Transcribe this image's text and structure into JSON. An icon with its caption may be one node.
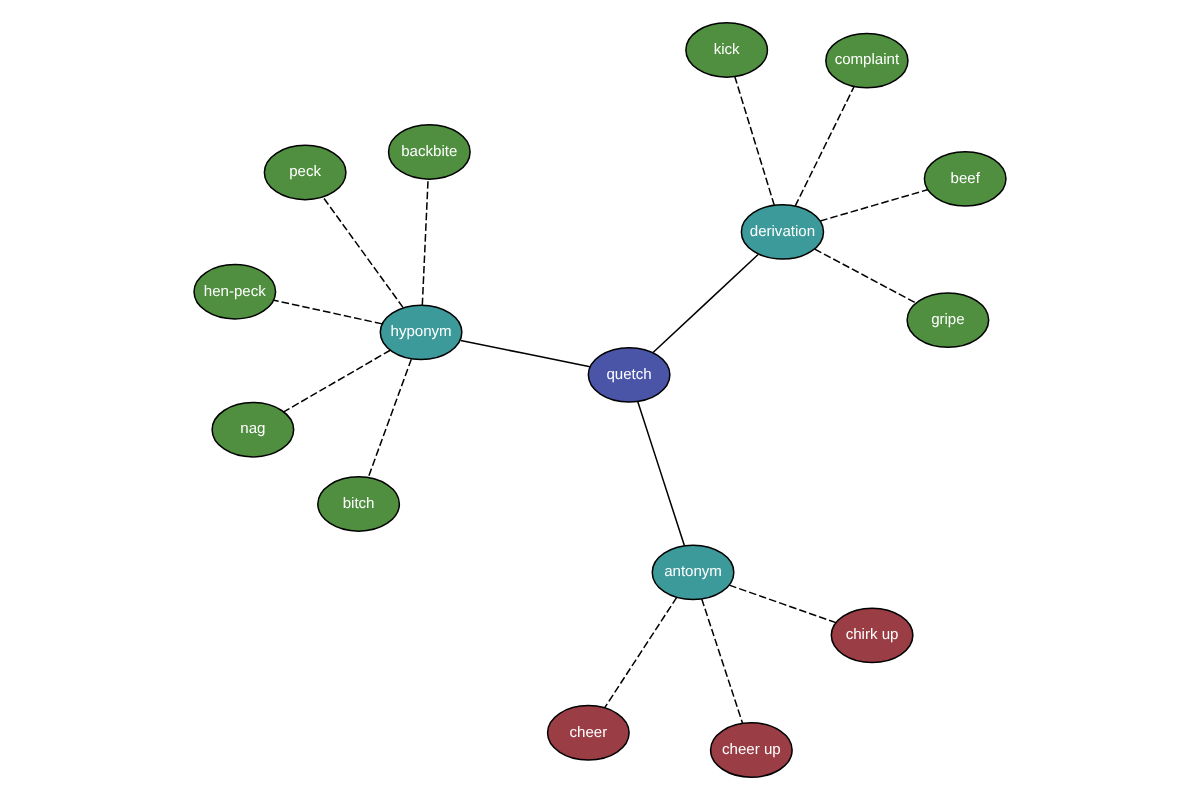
{
  "diagram": {
    "nodes": [
      {
        "text": [
          "quetch"
        ]
      },
      {
        "text": [
          "hyponym"
        ]
      },
      {
        "text": [
          "bitch"
        ]
      },
      {
        "text": [
          "peck"
        ]
      },
      {
        "text": [
          "backbite"
        ]
      },
      {
        "text": [
          "hen-peck"
        ]
      },
      {
        "text": [
          "nag"
        ]
      },
      {
        "text": [
          "antonym"
        ]
      },
      {
        "text": [
          "cheer"
        ]
      },
      {
        "text": [
          "chirk up"
        ]
      },
      {
        "text": [
          "cheer up"
        ]
      },
      {
        "text": [
          "derivation"
        ]
      },
      {
        "text": [
          "beef"
        ]
      },
      {
        "text": [
          "complaint"
        ]
      },
      {
        "text": [
          "kick"
        ]
      },
      {
        "text": [
          "gripe"
        ]
      }
    ],
    "edges": [
      {
        "from": 0,
        "to": 1,
        "arrow": "none"
      },
      {
        "from": 1,
        "to": 2,
        "arrow": "none",
        "style": "dashed"
      },
      {
        "from": 1,
        "to": 3,
        "arrow": "none",
        "style": "dashed"
      },
      {
        "from": 1,
        "to": 4,
        "arrow": "none",
        "style": "dashed"
      },
      {
        "from": 1,
        "to": 5,
        "arrow": "none",
        "style": "dashed"
      },
      {
        "from": 1,
        "to": 6,
        "arrow": "none",
        "style": "dashed"
      },
      {
        "from": 0,
        "to": 7,
        "arrow": "none"
      },
      {
        "from": 7,
        "to": 8,
        "arrow": "none",
        "style": "dashed"
      },
      {
        "from": 7,
        "to": 9,
        "arrow": "none",
        "style": "dashed"
      },
      {
        "from": 7,
        "to": 10,
        "arrow": "none",
        "style": "dashed"
      },
      {
        "from": 0,
        "to": 11,
        "arrow": "none"
      },
      {
        "from": 11,
        "to": 12,
        "arrow": "none",
        "style": "dashed"
      },
      {
        "from": 11,
        "to": 13,
        "arrow": "none",
        "style": "dashed"
      },
      {
        "from": 11,
        "to": 14,
        "arrow": "none",
        "style": "dashed"
      },
      {
        "from": 11,
        "to": 15,
        "arrow": "none",
        "style": "dashed"
      }
    ]
  }
}
